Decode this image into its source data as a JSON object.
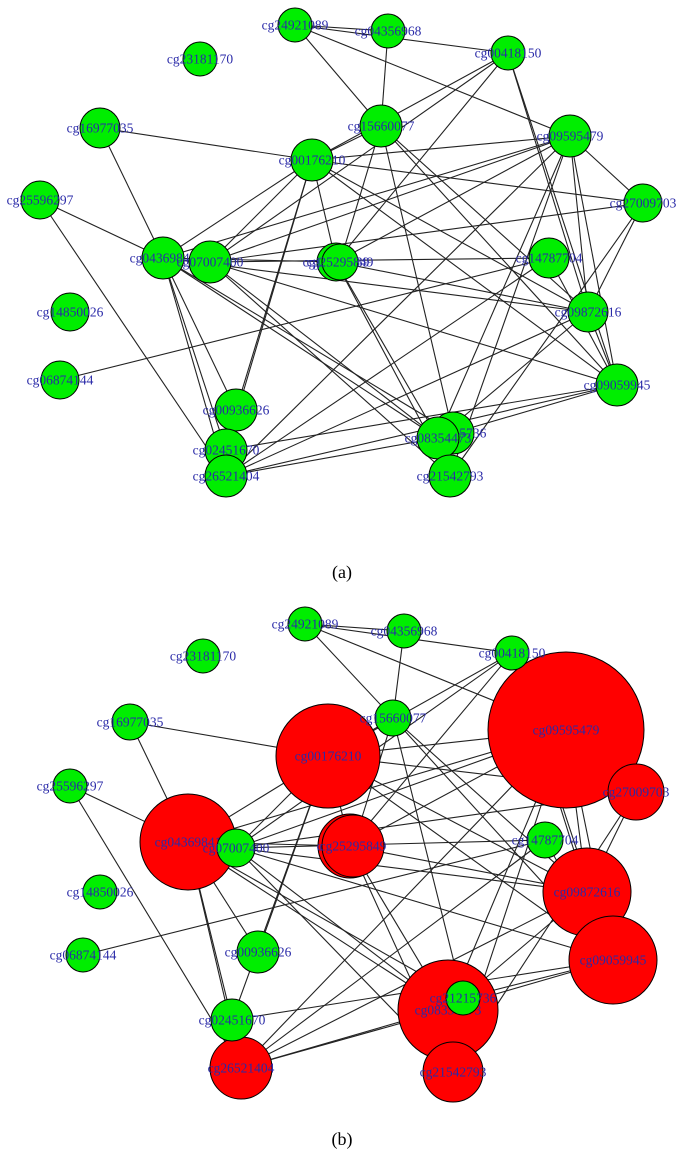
{
  "panel_a": {
    "caption": "(a)",
    "nodes": {
      "cg24921089": {
        "label": "cg24921089",
        "fill": "green"
      },
      "cg04356968": {
        "label": "cg04356968",
        "fill": "green"
      },
      "cg00418150": {
        "label": "cg00418150",
        "fill": "green"
      },
      "cg23181170": {
        "label": "cg23181170",
        "fill": "green"
      },
      "cg16977035": {
        "label": "cg16977035",
        "fill": "green"
      },
      "cg15660077": {
        "label": "cg15660077",
        "fill": "green"
      },
      "cg09595479": {
        "label": "cg09595479",
        "fill": "green"
      },
      "cg00176210": {
        "label": "cg00176210",
        "fill": "green"
      },
      "cg25596297": {
        "label": "cg25596297",
        "fill": "green"
      },
      "cg27009703": {
        "label": "cg27009703",
        "fill": "green"
      },
      "cg04369841": {
        "label": "cg04369841",
        "fill": "green"
      },
      "cg07007400": {
        "label": "cg07007400",
        "fill": "green"
      },
      "cg15210039": {
        "label": "cg15210039",
        "fill": "green"
      },
      "cg25295849": {
        "label": "cg25295849",
        "fill": "green"
      },
      "cg14787704": {
        "label": "cg14787704",
        "fill": "green"
      },
      "cg14850026": {
        "label": "cg14850026",
        "fill": "green"
      },
      "cg09872616": {
        "label": "cg09872616",
        "fill": "green"
      },
      "cg06874144": {
        "label": "cg06874144",
        "fill": "green"
      },
      "cg09059945": {
        "label": "cg09059945",
        "fill": "green"
      },
      "cg00936626": {
        "label": "cg00936626",
        "fill": "green"
      },
      "cg21215736": {
        "label": "cg21215736",
        "fill": "green"
      },
      "cg08354473": {
        "label": "cg08354473",
        "fill": "green"
      },
      "cg02451670": {
        "label": "cg02451670",
        "fill": "green"
      },
      "cg26521404": {
        "label": "cg26521404",
        "fill": "green"
      },
      "cg21542793": {
        "label": "cg21542793",
        "fill": "green"
      }
    }
  },
  "panel_b": {
    "caption": "(b)",
    "nodes": {
      "cg24921089": {
        "label": "cg24921089",
        "fill": "green"
      },
      "cg04356968": {
        "label": "cg04356968",
        "fill": "green"
      },
      "cg00418150": {
        "label": "cg00418150",
        "fill": "green"
      },
      "cg23181170": {
        "label": "cg23181170",
        "fill": "green"
      },
      "cg16977035": {
        "label": "cg16977035",
        "fill": "green"
      },
      "cg15660077": {
        "label": "cg15660077",
        "fill": "green"
      },
      "cg09595479": {
        "label": "cg09595479",
        "fill": "red"
      },
      "cg00176210": {
        "label": "cg00176210",
        "fill": "red"
      },
      "cg25596297": {
        "label": "cg25596297",
        "fill": "green"
      },
      "cg27009703": {
        "label": "cg27009703",
        "fill": "red"
      },
      "cg04369841": {
        "label": "cg04369841",
        "fill": "red"
      },
      "cg07007400": {
        "label": "cg07007400",
        "fill": "green"
      },
      "cg15210039": {
        "label": "cg15210039",
        "fill": "red"
      },
      "cg25295849": {
        "label": "cg25295849",
        "fill": "red"
      },
      "cg14787704": {
        "label": "cg14787704",
        "fill": "green"
      },
      "cg14850026": {
        "label": "cg14850026",
        "fill": "green"
      },
      "cg09872616": {
        "label": "cg09872616",
        "fill": "red"
      },
      "cg06874144": {
        "label": "cg06874144",
        "fill": "green"
      },
      "cg09059945": {
        "label": "cg09059945",
        "fill": "red"
      },
      "cg00936626": {
        "label": "cg00936626",
        "fill": "green"
      },
      "cg21215736": {
        "label": "cg21215736",
        "fill": "green"
      },
      "cg08354473": {
        "label": "cg08354473",
        "fill": "red"
      },
      "cg02451670": {
        "label": "cg02451670",
        "fill": "green"
      },
      "cg26521404": {
        "label": "cg26521404",
        "fill": "red"
      },
      "cg21542793": {
        "label": "cg21542793",
        "fill": "red"
      }
    }
  },
  "edges": [
    [
      "cg24921089",
      "cg04356968"
    ],
    [
      "cg24921089",
      "cg00418150"
    ],
    [
      "cg24921089",
      "cg15660077"
    ],
    [
      "cg24921089",
      "cg09595479"
    ],
    [
      "cg04356968",
      "cg15660077"
    ],
    [
      "cg00418150",
      "cg00176210"
    ],
    [
      "cg00418150",
      "cg15210039"
    ],
    [
      "cg00418150",
      "cg07007400"
    ],
    [
      "cg00418150",
      "cg09059945"
    ],
    [
      "cg00418150",
      "cg09872616"
    ],
    [
      "cg16977035",
      "cg00176210"
    ],
    [
      "cg16977035",
      "cg04369841"
    ],
    [
      "cg15660077",
      "cg00176210"
    ],
    [
      "cg15660077",
      "cg25295849"
    ],
    [
      "cg15660077",
      "cg09872616"
    ],
    [
      "cg15660077",
      "cg09059945"
    ],
    [
      "cg15660077",
      "cg21215736"
    ],
    [
      "cg09595479",
      "cg00176210"
    ],
    [
      "cg09595479",
      "cg04369841"
    ],
    [
      "cg09595479",
      "cg07007400"
    ],
    [
      "cg09595479",
      "cg15210039"
    ],
    [
      "cg09595479",
      "cg27009703"
    ],
    [
      "cg09595479",
      "cg09872616"
    ],
    [
      "cg09595479",
      "cg09059945"
    ],
    [
      "cg09595479",
      "cg08354473"
    ],
    [
      "cg09595479",
      "cg26521404"
    ],
    [
      "cg09595479",
      "cg21542793"
    ],
    [
      "cg00176210",
      "cg04369841"
    ],
    [
      "cg00176210",
      "cg07007400"
    ],
    [
      "cg00176210",
      "cg15210039"
    ],
    [
      "cg00176210",
      "cg27009703"
    ],
    [
      "cg00176210",
      "cg09872616"
    ],
    [
      "cg00176210",
      "cg09059945"
    ],
    [
      "cg00176210",
      "cg00936626"
    ],
    [
      "cg00176210",
      "cg02451670"
    ],
    [
      "cg25596297",
      "cg04369841"
    ],
    [
      "cg25596297",
      "cg26521404"
    ],
    [
      "cg27009703",
      "cg07007400"
    ],
    [
      "cg27009703",
      "cg09872616"
    ],
    [
      "cg27009703",
      "cg21542793"
    ],
    [
      "cg04369841",
      "cg15210039"
    ],
    [
      "cg04369841",
      "cg00936626"
    ],
    [
      "cg04369841",
      "cg02451670"
    ],
    [
      "cg04369841",
      "cg21215736"
    ],
    [
      "cg04369841",
      "cg08354473"
    ],
    [
      "cg04369841",
      "cg26521404"
    ],
    [
      "cg04369841",
      "cg09872616"
    ],
    [
      "cg07007400",
      "cg14787704"
    ],
    [
      "cg07007400",
      "cg09059945"
    ],
    [
      "cg07007400",
      "cg08354473"
    ],
    [
      "cg07007400",
      "cg21542793"
    ],
    [
      "cg15210039",
      "cg09872616"
    ],
    [
      "cg15210039",
      "cg08354473"
    ],
    [
      "cg15210039",
      "cg21542793"
    ],
    [
      "cg14787704",
      "cg09059945"
    ],
    [
      "cg14787704",
      "cg26521404"
    ],
    [
      "cg09872616",
      "cg09059945"
    ],
    [
      "cg09872616",
      "cg08354473"
    ],
    [
      "cg09872616",
      "cg26521404"
    ],
    [
      "cg06874144",
      "cg14787704"
    ],
    [
      "cg09059945",
      "cg21215736"
    ],
    [
      "cg09059945",
      "cg26521404"
    ],
    [
      "cg02451670",
      "cg09059945"
    ],
    [
      "cg26521404",
      "cg08354473"
    ]
  ]
}
